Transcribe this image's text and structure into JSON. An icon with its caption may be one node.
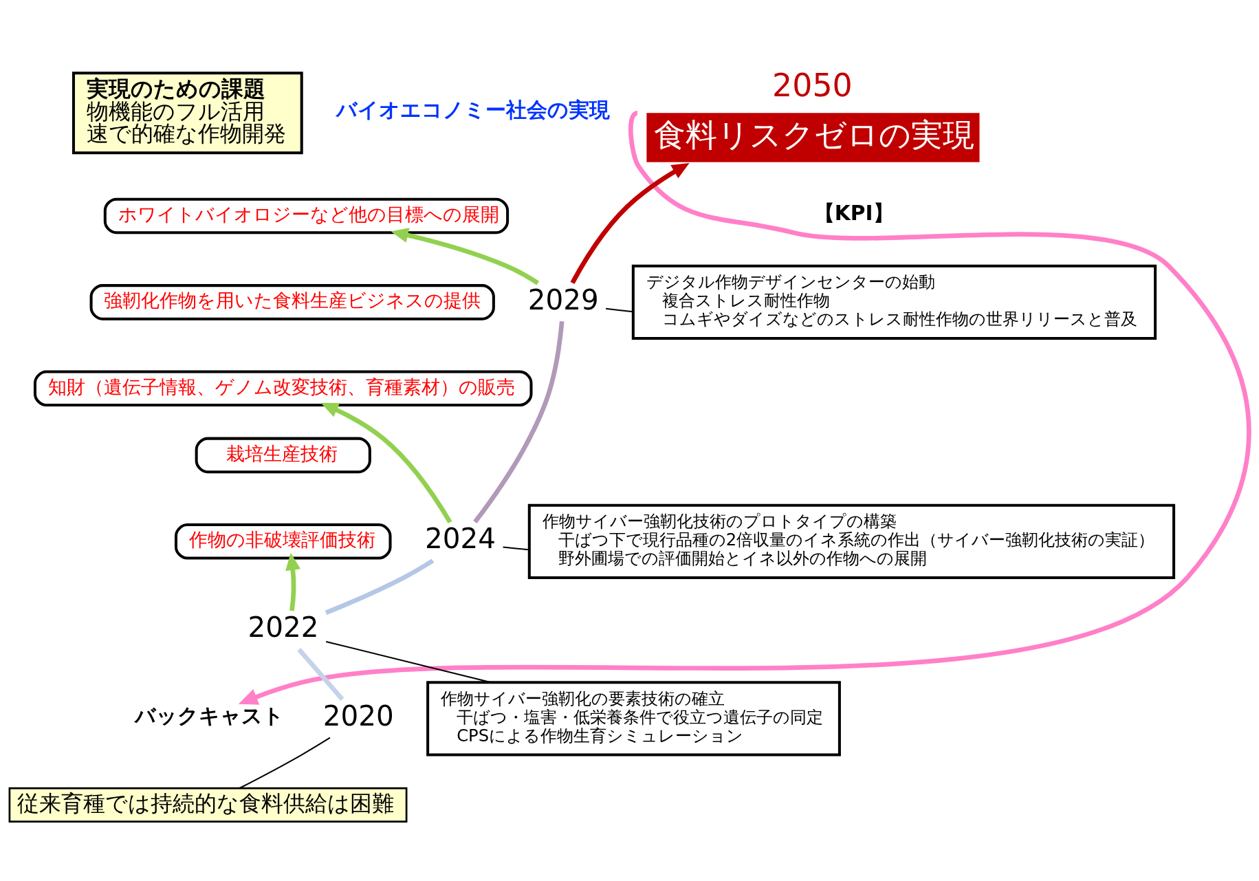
{
  "diagram": {
    "nodes": [
      {
        "text": [
          "実現のための課題",
          "物機能のフル活用",
          "速で的確な作物開発"
        ]
      },
      {
        "text": [
          "2050",
          "食料リスクゼロの実現"
        ]
      },
      {
        "text": [
          "ホワイトバイオロジーなど他の目標への展開"
        ]
      },
      {
        "text": [
          "強靭化作物を用いた食料生産ビジネスの提供"
        ]
      },
      {
        "text": [
          "知財（遺伝子情報、ゲノム改変技術、育種素材）の販売"
        ]
      },
      {
        "text": [
          "栽培生産技術"
        ]
      },
      {
        "text": [
          "作物の非破壊評価技術"
        ]
      },
      {
        "text": [
          "2029"
        ]
      },
      {
        "text": [
          "2024"
        ]
      },
      {
        "text": [
          "2022"
        ]
      },
      {
        "text": [
          "2020"
        ]
      },
      {
        "text": [
          "デジタル作物デザインセンターの始動",
          "複合ストレス耐性作物",
          "コムギやダイズなどのストレス耐性作物の世界リリースと普及"
        ]
      },
      {
        "text": [
          "作物サイバー強靭化技術のプロトタイプの構築",
          "干ばつ下で現行品種の2倍収量のイネ系統の作出（サイバー強靭化技術の実証）",
          "野外圃場での評価開始とイネ以外の作物への展開"
        ]
      },
      {
        "text": [
          "作物サイバー強靭化の要素技術の確立",
          "干ばつ・塩害・低栄養条件で役立つ遺伝子の同定",
          "CPSによる作物生育シミュレーション"
        ]
      },
      {
        "text": [
          "従来育種では持続的な食料供給は困難"
        ]
      },
      {
        "text": [
          "バックキャスト"
        ]
      }
    ],
    "edges": [
      {
        "from": 1,
        "to": 15,
        "arrow": "to",
        "color": "#ff80c8"
      },
      {
        "from": 10,
        "to": 9,
        "arrow": "none",
        "color": "#c5d3ea"
      },
      {
        "from": 9,
        "to": 8,
        "arrow": "none",
        "color": "#b4c7e7"
      },
      {
        "from": 8,
        "to": 7,
        "arrow": "none",
        "color": "#b09ab8"
      },
      {
        "from": 7,
        "to": 1,
        "arrow": "to",
        "color": "#c00000"
      },
      {
        "from": 9,
        "to": 6,
        "arrow": "to",
        "color": "#92d050"
      },
      {
        "from": 8,
        "to": 4,
        "arrow": "to",
        "color": "#92d050"
      },
      {
        "from": 7,
        "to": 2,
        "arrow": "to",
        "color": "#92d050"
      },
      {
        "from": 7,
        "to": 11,
        "arrow": "none"
      },
      {
        "from": 8,
        "to": 12,
        "arrow": "none"
      },
      {
        "from": 9,
        "to": 13,
        "arrow": "none"
      },
      {
        "from": 10,
        "to": 14,
        "arrow": "none"
      }
    ],
    "labels": [
      "バイオエコノミー社会の実現",
      "【KPI】"
    ]
  }
}
